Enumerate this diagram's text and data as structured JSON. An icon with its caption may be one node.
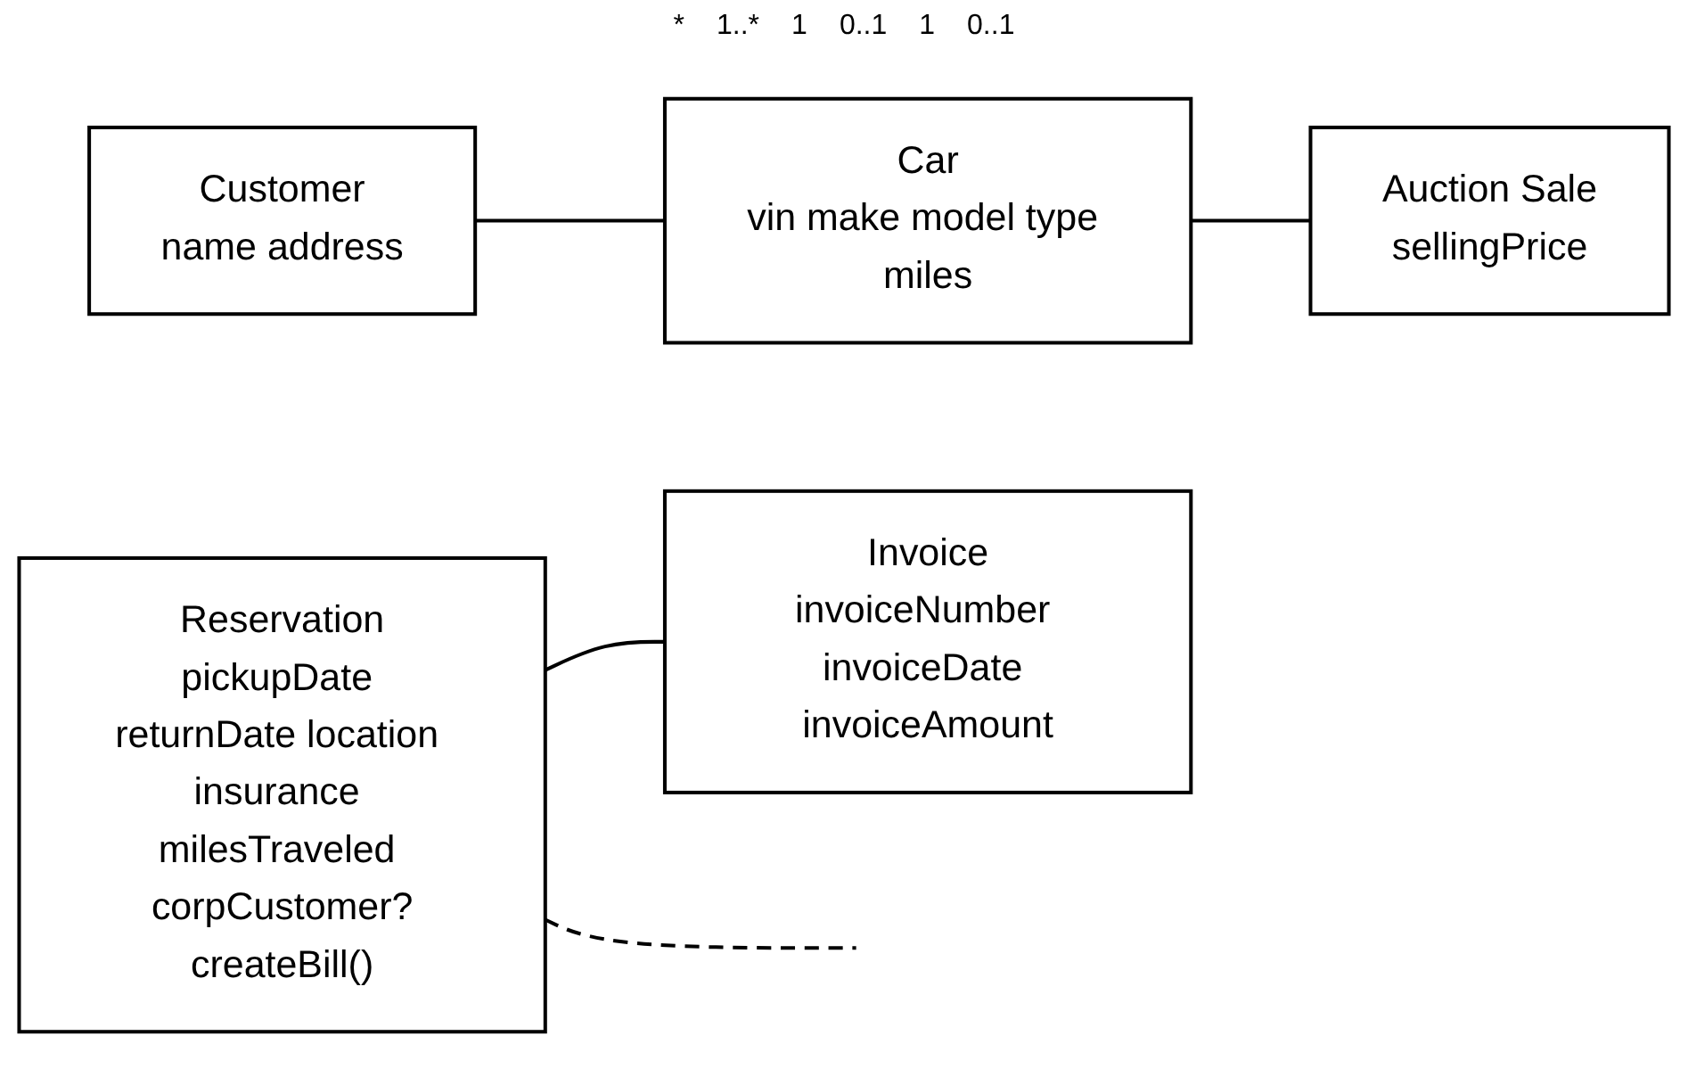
{
  "diagram": {
    "nodes": [
      {
        "text": [
          "Customer",
          "name address"
        ]
      },
      {
        "text": [
          "Car",
          "vin make model type miles"
        ]
      },
      {
        "text": [
          "Auction Sale",
          "sellingPrice"
        ]
      },
      {
        "text": [
          "Reservation",
          "pickupDate returnDate location insurance milesTraveled corpCustomer?",
          "createBill()"
        ]
      },
      {
        "text": [
          "Invoice",
          "invoiceNumber invoiceDate invoiceAmount"
        ]
      }
    ],
    "edges": [
      {
        "from": 0,
        "to": 1,
        "arrow": "none"
      },
      {
        "from": 1,
        "to": 2,
        "arrow": "none"
      },
      {
        "from": 3,
        "to": null,
        "arrow": "none",
        "style": "dashed"
      },
      {
        "from": 3,
        "to": 4,
        "arrow": "none"
      }
    ],
    "labels": [
      "*",
      "1..*",
      "1",
      "0..1",
      "1",
      "0..1"
    ]
  }
}
